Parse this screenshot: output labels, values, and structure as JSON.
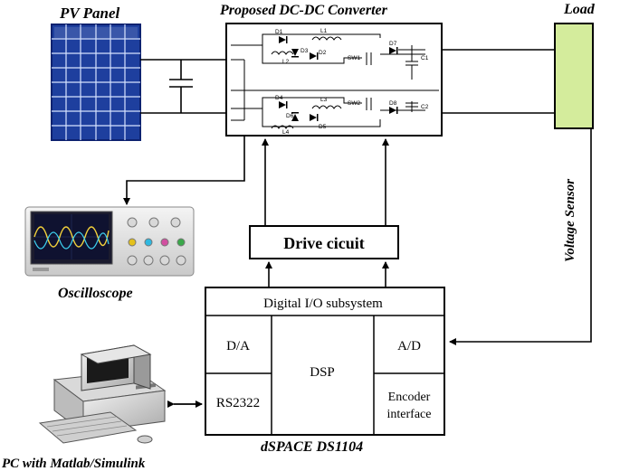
{
  "labels": {
    "pv_panel": "PV Panel",
    "converter": "Proposed DC-DC Converter",
    "load": "Load",
    "voltage_sensor": "Voltage Sensor",
    "oscilloscope": "Oscilloscope",
    "drive_circuit": "Drive cicuit",
    "pc": "PC with Matlab/Simulink",
    "dspace": "dSPACE DS1104"
  },
  "dspace_blocks": {
    "digital_io": "Digital I/O subsystem",
    "da": "D/A",
    "dsp": "DSP",
    "ad": "A/D",
    "rs232": "RS2322",
    "encoder_line1": "Encoder",
    "encoder_line2": "interface"
  },
  "circuit_labels": {
    "d1": "D1",
    "d2": "D2",
    "d3": "D3",
    "d4": "D4",
    "d5": "D5",
    "d6": "D6",
    "d7": "D7",
    "d8": "D8",
    "l1": "L1",
    "l2": "L2",
    "l3": "L3",
    "l4": "L4",
    "sw1": "SW1",
    "sw2": "SW2",
    "c1": "C1",
    "c2": "C2"
  },
  "colors": {
    "pv_cell": "#1e3f9e",
    "pv_grid": "#d6e2ff",
    "load_fill": "#d4ec9c",
    "line": "#000000"
  }
}
